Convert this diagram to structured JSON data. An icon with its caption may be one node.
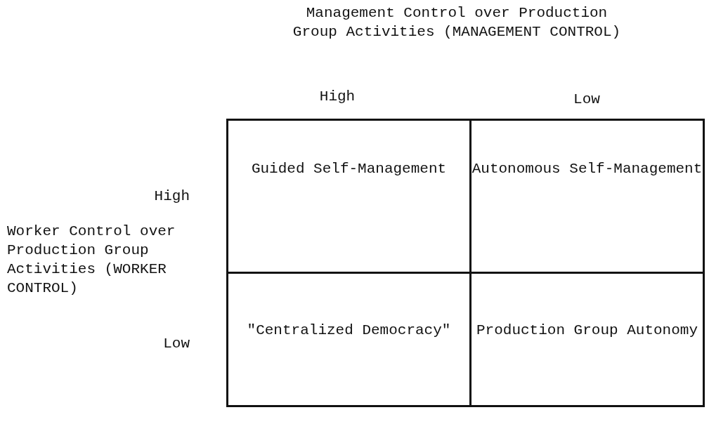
{
  "diagram": {
    "nodes": [
      {
        "text": [
          "Guided Self-Management"
        ]
      },
      {
        "text": [
          "Autonomous Self-Management"
        ]
      },
      {
        "text": [
          "\"Centralized Democracy\""
        ]
      },
      {
        "text": [
          "Production Group Autonomy"
        ]
      }
    ],
    "edges": [],
    "labels": [
      "Management Control over Production Group Activities (MANAGEMENT CONTROL)",
      "High",
      "Low",
      "High",
      "Worker Control over Production Group Activities (WORKER CONTROL)",
      "Low"
    ]
  }
}
